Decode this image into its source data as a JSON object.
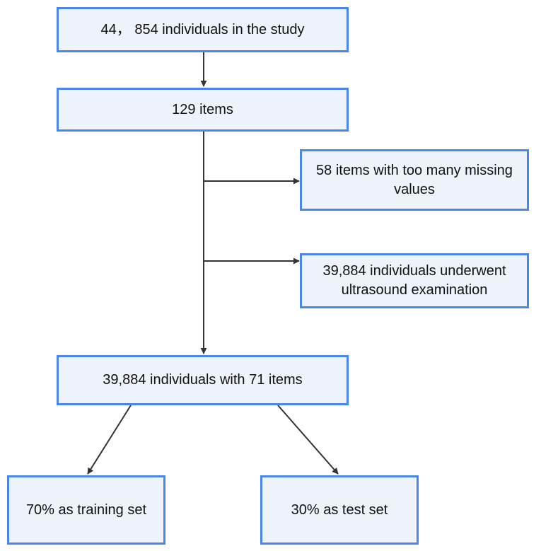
{
  "colors": {
    "box_fill": "#eef3fb",
    "box_border": "#4a86e8",
    "arrow": "#333333",
    "text": "#111111"
  },
  "nodes": {
    "study": "44， 854 individuals in the study",
    "items": "129 items",
    "missing": "58 items with too many missing values",
    "ultrasound": "39,884 individuals underwent ultrasound examination",
    "final": "39,884 individuals with 71 items",
    "training": "70% as training set",
    "test": "30% as test set"
  }
}
